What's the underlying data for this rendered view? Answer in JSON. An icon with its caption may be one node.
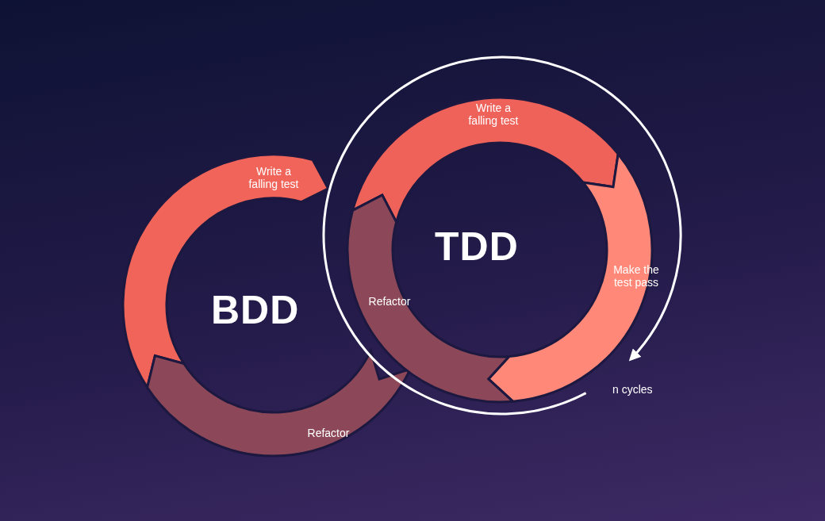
{
  "diagram": {
    "nodes": [
      {
        "text": [
          "Write a falling test"
        ]
      },
      {
        "text": [
          "Refactor"
        ]
      },
      {
        "text": [
          "Write a falling test"
        ]
      },
      {
        "text": [
          "Make the test pass"
        ]
      },
      {
        "text": [
          "Refactor"
        ]
      }
    ],
    "edges": [],
    "labels": [
      "BDD",
      "TDD",
      "n cycles"
    ]
  }
}
